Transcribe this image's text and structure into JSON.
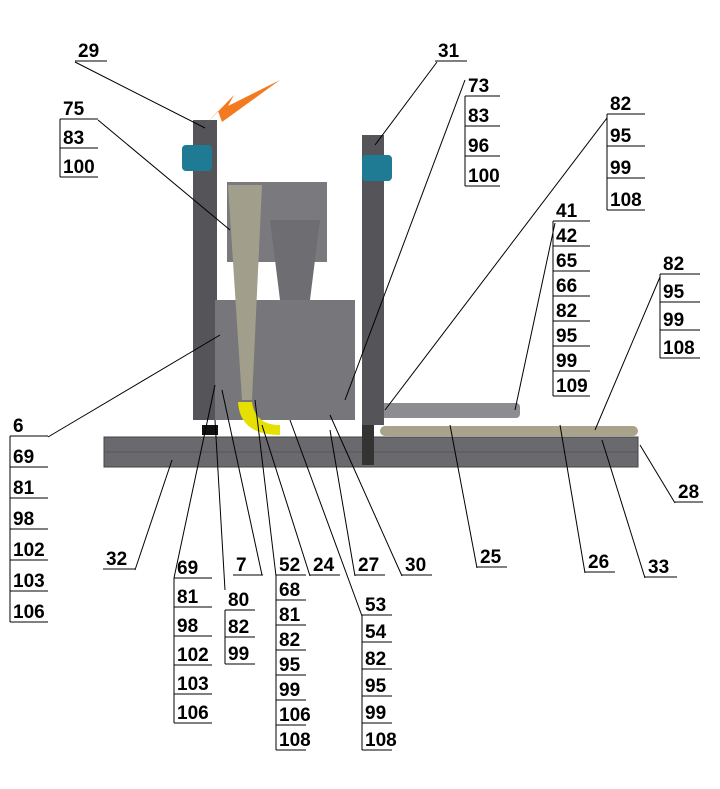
{
  "diagram": {
    "callouts": [
      {
        "id": "c29",
        "labels": [
          "29"
        ]
      },
      {
        "id": "c75",
        "labels": [
          "75",
          "83",
          "100"
        ]
      },
      {
        "id": "c31",
        "labels": [
          "31"
        ]
      },
      {
        "id": "c73",
        "labels": [
          "73",
          "83",
          "96",
          "100"
        ]
      },
      {
        "id": "c82a",
        "labels": [
          "82",
          "95",
          "99",
          "108"
        ]
      },
      {
        "id": "c41",
        "labels": [
          "41",
          "42",
          "65",
          "66",
          "82",
          "95",
          "99",
          "109"
        ]
      },
      {
        "id": "c82b",
        "labels": [
          "82",
          "95",
          "99",
          "108"
        ]
      },
      {
        "id": "c6",
        "labels": [
          "6",
          "69",
          "81",
          "98",
          "102",
          "103",
          "106"
        ]
      },
      {
        "id": "c32",
        "labels": [
          "32"
        ]
      },
      {
        "id": "c69",
        "labels": [
          "69",
          "81",
          "98",
          "102",
          "103",
          "106"
        ]
      },
      {
        "id": "c7",
        "labels": [
          "7"
        ]
      },
      {
        "id": "c80",
        "labels": [
          "80",
          "82",
          "99"
        ]
      },
      {
        "id": "c52",
        "labels": [
          "52",
          "68",
          "81",
          "82",
          "95",
          "99",
          "106",
          "108"
        ]
      },
      {
        "id": "c24",
        "labels": [
          "24"
        ]
      },
      {
        "id": "c53",
        "labels": [
          "53",
          "54",
          "82",
          "95",
          "99",
          "108"
        ]
      },
      {
        "id": "c27",
        "labels": [
          "27"
        ]
      },
      {
        "id": "c30",
        "labels": [
          "30"
        ]
      },
      {
        "id": "c25",
        "labels": [
          "25"
        ]
      },
      {
        "id": "c26",
        "labels": [
          "26"
        ]
      },
      {
        "id": "c33",
        "labels": [
          "33"
        ]
      },
      {
        "id": "c28",
        "labels": [
          "28"
        ]
      }
    ],
    "colors": {
      "frame": "#5f5f63",
      "motor": "#1f7a94",
      "chute": "#e6e000",
      "arrow": "#f47a20",
      "belt": "#a8a38a"
    }
  }
}
